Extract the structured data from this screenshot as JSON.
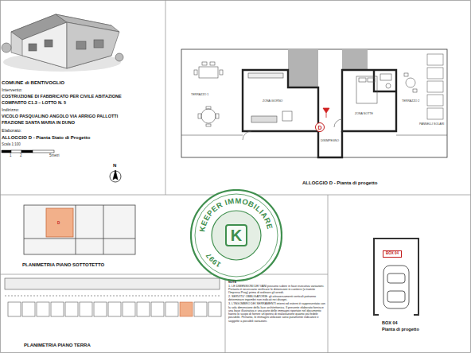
{
  "diagram": {
    "title": "COMUNE di BENTIVOGLIO",
    "nodes": [
      {
        "text": [
          "D"
        ]
      },
      {
        "text": [
          "KEEPER IMMOBILIARE",
          "1997",
          "K"
        ]
      },
      {
        "text": [
          "BOX 04"
        ]
      },
      {
        "text": [
          "NOTE",
          "1. LE DIMENSIONI DEI VANI possono subire in fase esecutiva variazioni. Pertanto è necessario verificare le dimensioni in cantiere (o tramite l'Impresa Prog) prima di ordinare gli arredi.",
          "2. SERVITU' OBBLIGATORIE: gli attraversamenti verticali potranno determinare ingombri non indicati nei disegni.",
          "3. L'INGOMBRO DEI SERRAMENTI interni ed esterni è rappresentato con la sola dimensione della luce architettonica. Il presente elaborato fornisce una base illustrativa e una parte delle immagini riportate nel documento hanno lo scopo di fornire un'ipotesi di realizzazione quanto più fedele possibile. Pertanto, le immagini utilizzate sono puramente indicative e soggette a possibili variazioni."
        ]
      }
    ],
    "labels": [
      "Intervento:",
      "COSTRUZIONE DI FABBRICATO PER CIVILE ABITAZIONE",
      "COMPARTO C1.3 – LOTTO N. 5",
      "Indirizzo:",
      "VICOLO PASQUALINO ANGOLO VIA ARRIGO PALLOTTI",
      "FRAZIONE SANTA MARIA IN DUNO",
      "Elaborato:",
      "ALLOGGIO D - Pianta Stato di Progetto",
      "Scala 1:100",
      "1",
      "2",
      "5metri",
      "N",
      "TERRAZZO 1",
      "ZONA GIORNO",
      "DISIMPEGNO",
      "ZONA NOTTE",
      "TERRAZZO 2",
      "PANNELLI SOLARI",
      "ALLOGGIO D - Pianta di progetto",
      "D",
      "PLANIMETRIA PIANO SOTTOTETTO",
      "PLANIMETRIA PIANO TERRA",
      "BOX 04",
      "Pianta di progetto"
    ]
  }
}
